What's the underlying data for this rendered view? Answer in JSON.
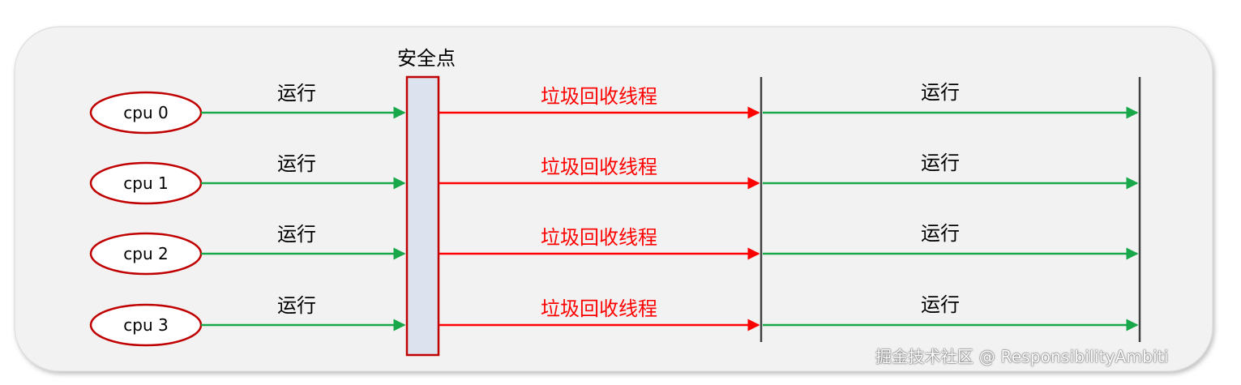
{
  "safepoint_label": "安全点",
  "rows": [
    {
      "cpu": "cpu 0",
      "before_label": "运行",
      "gc_label": "垃圾回收线程",
      "after_label": "运行"
    },
    {
      "cpu": "cpu 1",
      "before_label": "运行",
      "gc_label": "垃圾回收线程",
      "after_label": "运行"
    },
    {
      "cpu": "cpu 2",
      "before_label": "运行",
      "gc_label": "垃圾回收线程",
      "after_label": "运行"
    },
    {
      "cpu": "cpu 3",
      "before_label": "运行",
      "gc_label": "垃圾回收线程",
      "after_label": "运行"
    }
  ],
  "watermark": "掘金技术社区 @ ResponsibilityAmbiti",
  "colors": {
    "run_arrow": "#18a84a",
    "gc_arrow": "#ff0000",
    "oval_stroke": "#c00000",
    "safepoint_fill": "#dce3ef",
    "safepoint_stroke": "#c00000",
    "panel_fill": "#f2f2f2",
    "divider": "#404040",
    "gc_text": "#ff0000"
  }
}
